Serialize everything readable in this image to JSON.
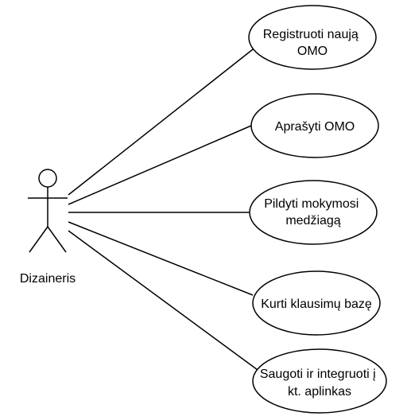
{
  "diagram": {
    "type": "use-case",
    "actor": {
      "label": "Dizaineris"
    },
    "use_cases": [
      {
        "lines": [
          "Registruoti naują",
          "OMO"
        ]
      },
      {
        "lines": [
          "Aprašyti OMO"
        ]
      },
      {
        "lines": [
          "Pildyti mokymosi",
          "medžiagą"
        ]
      },
      {
        "lines": [
          "Kurti klausimų bazę"
        ]
      },
      {
        "lines": [
          "Saugoti ir integruoti į",
          "kt. aplinkas"
        ]
      }
    ]
  }
}
